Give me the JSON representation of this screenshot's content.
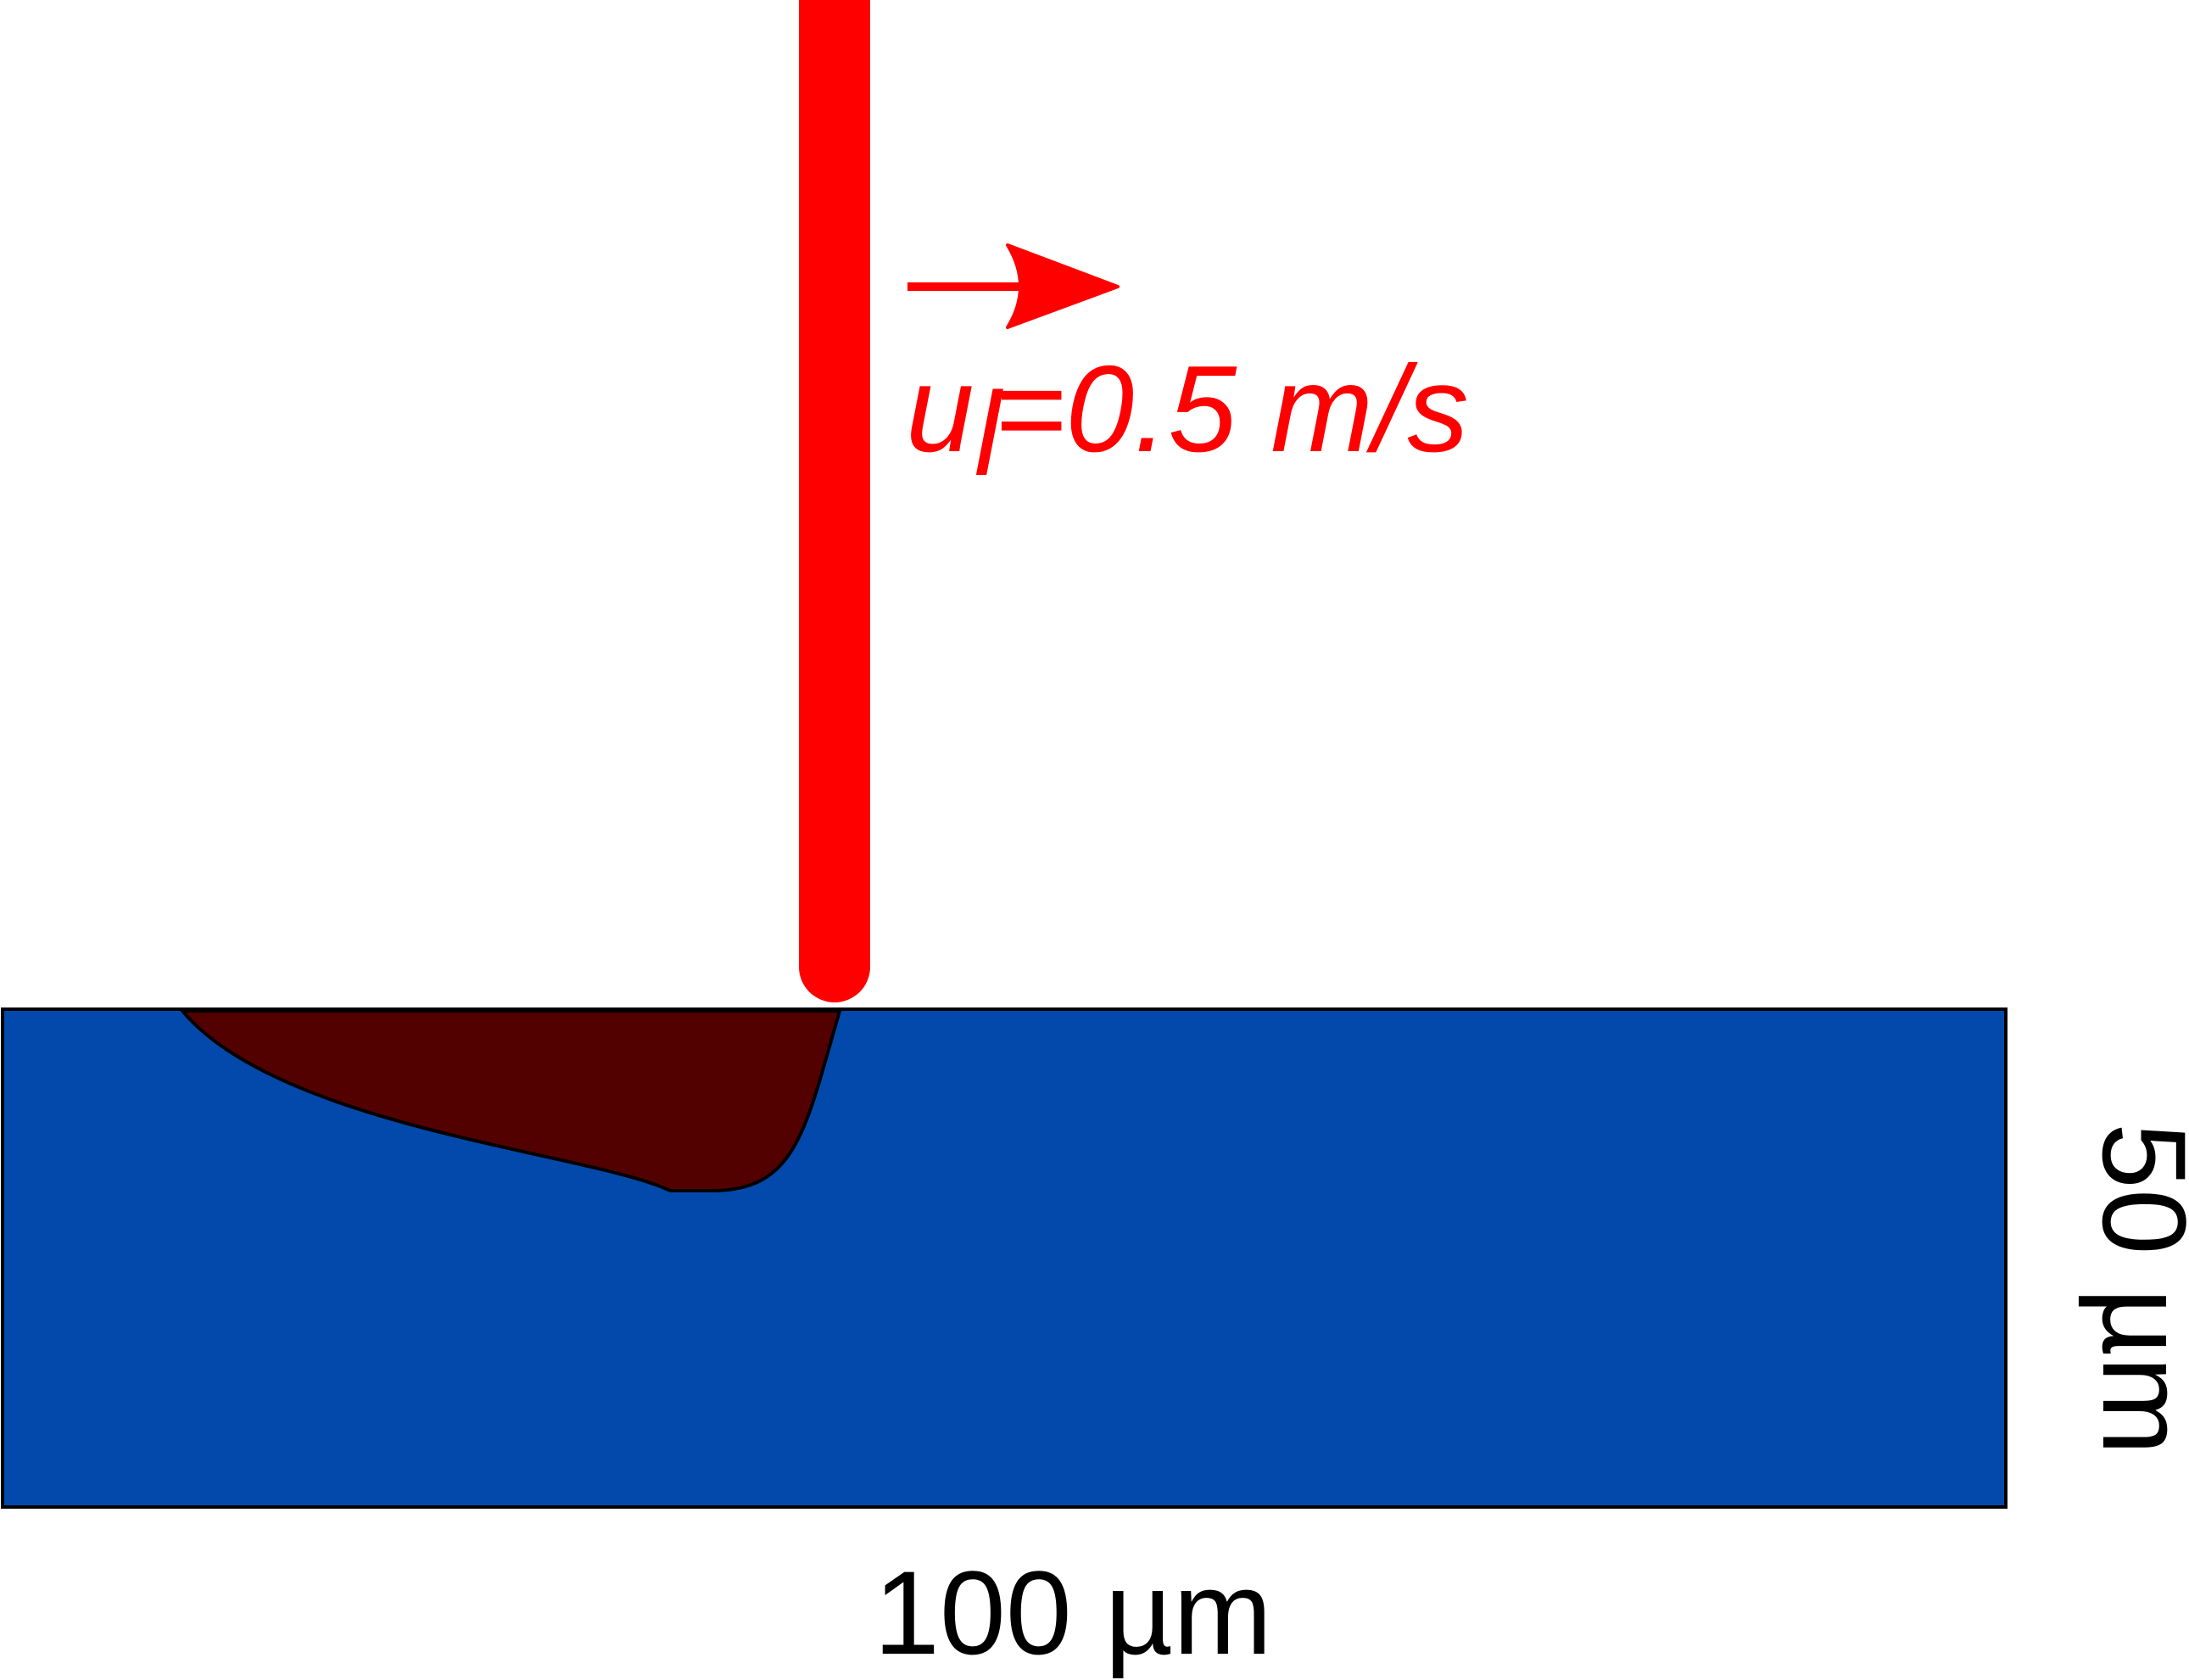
{
  "diagram": {
    "beam": {
      "velocity_label": "u",
      "velocity_subscript": "l",
      "velocity_value": "=0.5 m/s",
      "direction": "right"
    },
    "workpiece": {
      "width_label": "100 µm",
      "height_label": "50 µm"
    },
    "colors": {
      "beam": "#ff0000",
      "substrate": "#0349ac",
      "melt_pool": "#530000",
      "outline": "#000000",
      "background": "#ffffff"
    }
  }
}
